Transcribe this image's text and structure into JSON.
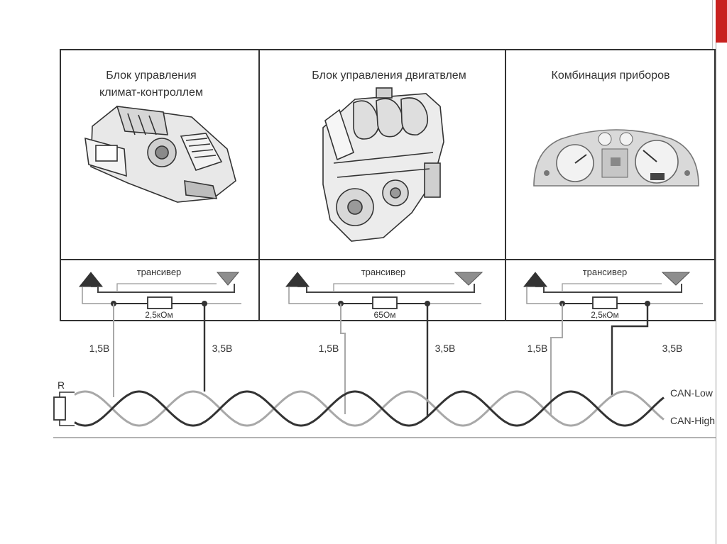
{
  "modules": [
    {
      "title_lines": [
        "Блок управления",
        "климат-контроллем"
      ],
      "transceiver_label": "трансивер",
      "resistor_label": "2,5кОм",
      "low_voltage_label": "1,5В",
      "high_voltage_label": "3,5В",
      "image_icon": "hvac-unit-icon"
    },
    {
      "title_lines": [
        "Блок управления двигатвлем"
      ],
      "transceiver_label": "трансивер",
      "resistor_label": "65Ом",
      "low_voltage_label": "1,5В",
      "high_voltage_label": "3,5В",
      "image_icon": "engine-icon"
    },
    {
      "title_lines": [
        "Комбинация приборов"
      ],
      "transceiver_label": "трансивер",
      "resistor_label": "2,5кОм",
      "low_voltage_label": "1,5В",
      "high_voltage_label": "3,5В",
      "image_icon": "instrument-cluster-icon"
    }
  ],
  "bus": {
    "terminator_label": "R",
    "can_low_label": "CAN-Low",
    "can_high_label": "CAN-High"
  },
  "colors": {
    "line": "#2a2a2a",
    "can_low": "#a8a8a8",
    "can_high": "#333333",
    "accent_bar": "#c8201e"
  }
}
